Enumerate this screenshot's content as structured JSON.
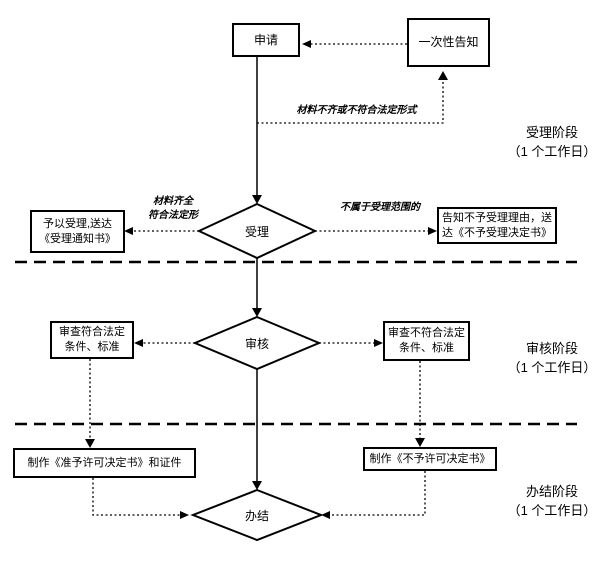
{
  "flowchart": {
    "nodes": {
      "apply": {
        "label": "申请"
      },
      "one_time_notice": {
        "label": "一次性告知"
      },
      "accept": {
        "label": "受理"
      },
      "grant_accept": {
        "label": "予以受理,送达《受理通知书》"
      },
      "reject_accept": {
        "label": "告知不予受理理由，送达《不予受理决定书》"
      },
      "review": {
        "label": "审核"
      },
      "review_pass": {
        "label": "审查符合法定条件、标准"
      },
      "review_fail": {
        "label": "审查不符合法定条件、标准"
      },
      "make_license": {
        "label": "制作《准予许可决定书》和证件"
      },
      "make_denial": {
        "label": "制作《不予许可决定书》"
      },
      "done": {
        "label": "办结"
      }
    },
    "edge_labels": {
      "incomplete": "材料不齐或不符合法定形式",
      "complete": [
        "材料齐全",
        "符合法定形"
      ],
      "not_in_scope": "不属于受理范围的"
    },
    "stages": [
      {
        "name": "受理阶段",
        "duration": "（1 个工作日）"
      },
      {
        "name": "审核阶段",
        "duration": "（1 个工作日）"
      },
      {
        "name": "办结阶段",
        "duration": "（1 个工作日）"
      }
    ],
    "colors": {
      "line": "#000000",
      "background": "#ffffff",
      "text": "#000000"
    }
  }
}
